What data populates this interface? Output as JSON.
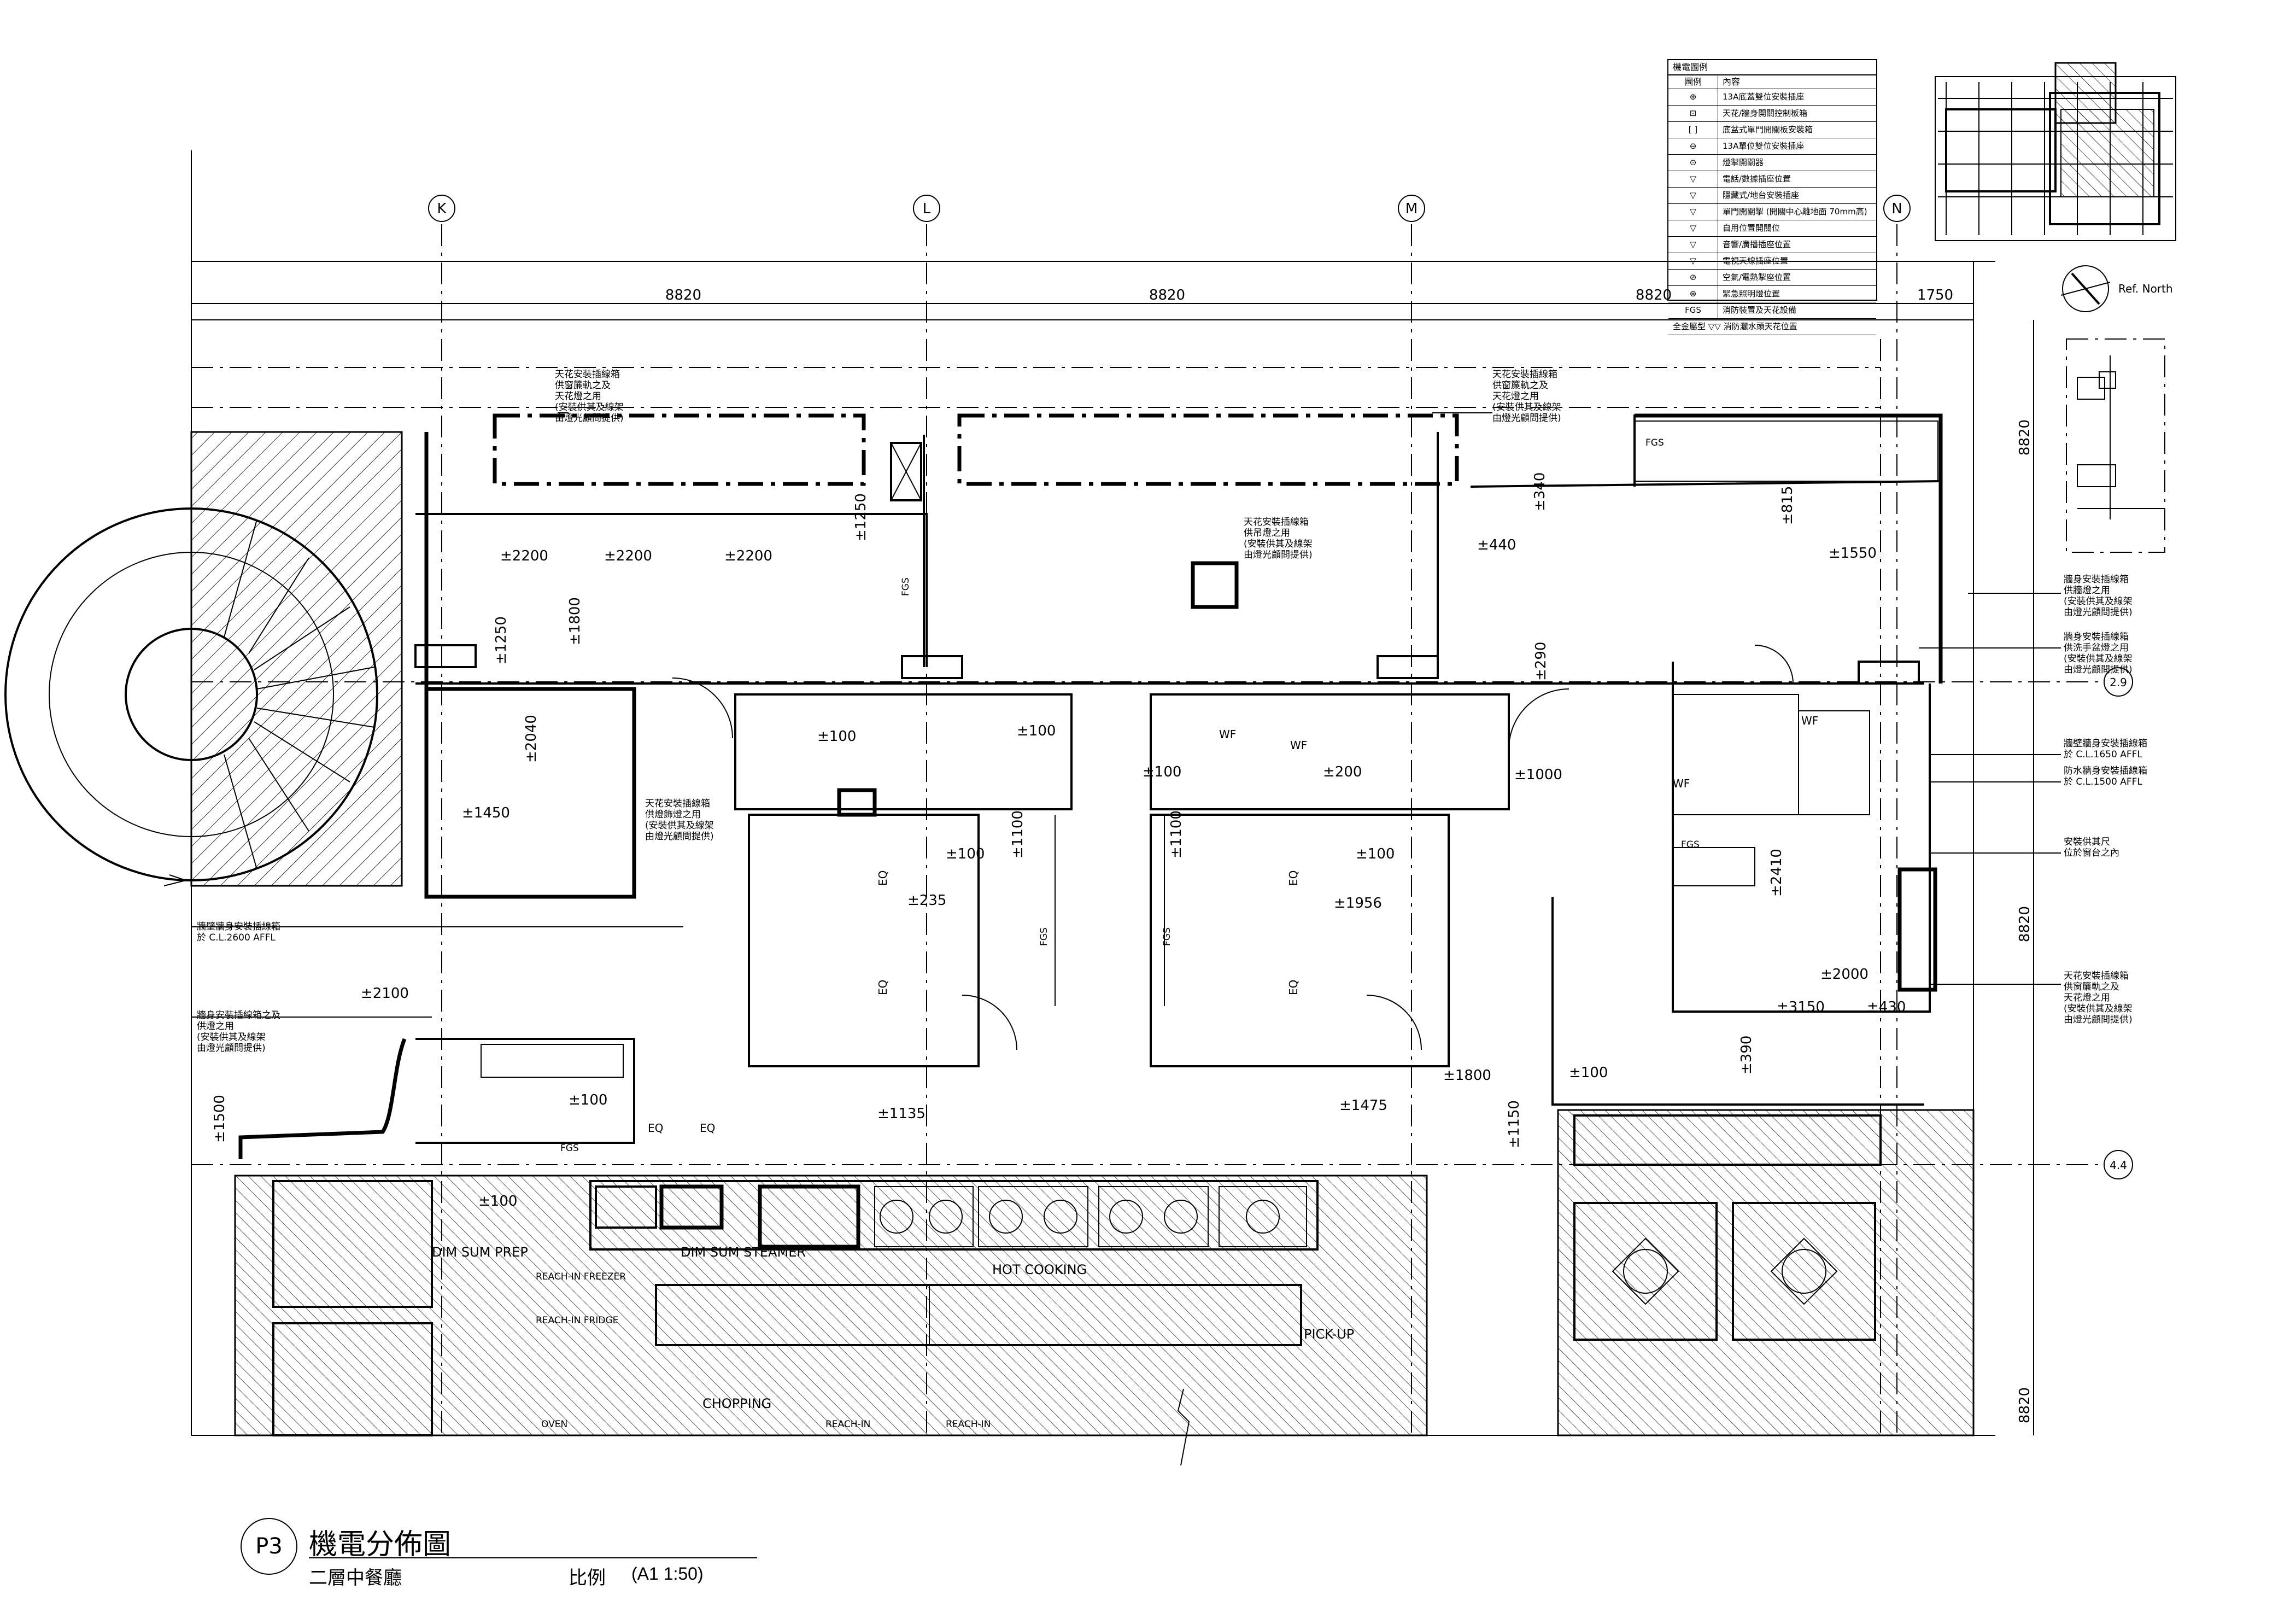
{
  "sheet": {
    "code": "P3",
    "title": "機電分佈圖",
    "subtitle": "二層中餐廳",
    "scale_label": "比例",
    "scale_value": "(A1 1:50)"
  },
  "grid": {
    "columns": [
      "K",
      "L",
      "M",
      "N"
    ],
    "rows": [
      "2.9",
      "4.4"
    ],
    "spans": [
      "8820",
      "8820",
      "8820",
      "1750"
    ],
    "side_spans": [
      "8820",
      "8820",
      "8820"
    ]
  },
  "orientation": {
    "label": "Ref. North"
  },
  "legend": {
    "title": "機電圖例",
    "header_symbol": "圖例",
    "header_desc": "內容",
    "rows": [
      {
        "symbol": "⊕",
        "desc": "13A底蓋雙位安裝插座"
      },
      {
        "symbol": "⊡",
        "desc": "天花/牆身開關控制板箱"
      },
      {
        "symbol": "[ ]",
        "desc": "底盆式單門開關板安裝箱"
      },
      {
        "symbol": "⊖",
        "desc": "13A單位雙位安裝插座"
      },
      {
        "symbol": "⊙",
        "desc": "燈掣開關器"
      },
      {
        "symbol": "▽",
        "desc": "電話/數據插座位置"
      },
      {
        "symbol": "▽",
        "desc": "隱藏式/地台安裝插座"
      },
      {
        "symbol": "▽",
        "desc": "單門開關掣 (開關中心離地面 70mm高)"
      },
      {
        "symbol": "▽",
        "desc": "自用位置開關位"
      },
      {
        "symbol": "▽",
        "desc": "音響/廣播插座位置"
      },
      {
        "symbol": "▽",
        "desc": "電視天線插座位置"
      },
      {
        "symbol": "⊘",
        "desc": "空氣/電熱掣座位置"
      },
      {
        "symbol": "⊛",
        "desc": "緊急照明燈位置"
      },
      {
        "symbol": "FGS",
        "desc": "消防裝置及天花設備"
      }
    ],
    "footer": "全金屬型 ▽▽ 消防灑水頭天花位置"
  },
  "room_labels": {
    "dim_sum_prep": "DIM SUM PREP",
    "dim_sum_steamer": "DIM SUM STEAMER",
    "hot_cooking": "HOT COOKING",
    "pick_up": "PICK-UP",
    "chopping": "CHOPPING",
    "reach_in_freezer": "REACH-IN FREEZER",
    "reach_in_fridge": "REACH-IN FRIDGE",
    "reach_in_1": "REACH-IN",
    "reach_in_2": "REACH-IN",
    "oven": "OVEN",
    "wf_1": "WF",
    "wf_2": "WF",
    "wf_3": "WF",
    "wf_4": "WF",
    "eq_1": "EQ",
    "eq_2": "EQ",
    "eq_3": "EQ",
    "eq_4": "EQ",
    "eq_5": "EQ",
    "eq_6": "EQ",
    "fgs_1": "FGS",
    "fgs_2": "FGS",
    "fgs_3": "FGS",
    "fgs_4": "FGS",
    "fgs_5": "FGS",
    "fgs_6": "FGS"
  },
  "dimensions": {
    "d2200a": "±2200",
    "d2200b": "±2200",
    "d2200c": "±2200",
    "d1800": "±1800",
    "d1250a": "±1250",
    "d1250b": "±1250",
    "d2040": "±2040",
    "d1450": "±1450",
    "d2100": "±2100",
    "d1500": "±1500",
    "d100a": "±100",
    "d100b": "±100",
    "d100c": "±100",
    "d100d": "±100",
    "d100e": "±100",
    "d100f": "±100",
    "d1100a": "±1100",
    "d1100b": "±1100",
    "d235": "±235",
    "d1956": "±1956",
    "d1135": "±1135",
    "d1475": "±1475",
    "d1800b": "±1800",
    "d1150": "±1150",
    "d1000": "±1000",
    "d1550": "±1550",
    "d815": "±815",
    "d340": "±340",
    "d440": "±440",
    "d290": "±290",
    "d2410": "±2410",
    "d2000": "±2000",
    "d3150": "±3150",
    "d430": "±430",
    "d390": "±390",
    "d200": "±200",
    "d100g": "±100",
    "d100h": "±100"
  },
  "notes": {
    "n1": "天花安裝插線箱\n供窗簾軌之及\n天花燈之用\n(安裝供其及線架\n由燈光顧問提供)",
    "n2": "天花安裝插線箱\n供窗簾軌之及\n天花燈之用\n(安裝供其及線架\n由燈光顧問提供)",
    "n3": "天花安裝插線箱\n供吊燈之用\n(安裝供其及線架\n由燈光顧問提供)",
    "n4": "天花安裝插線箱\n供燈飾燈之用\n(安裝供其及線架\n由燈光顧問提供)",
    "n5": "牆身安裝插線箱\n供牆燈之用\n(安裝供其及線架\n由燈光顧問提供)",
    "n6": "牆身安裝插線箱\n供洗手盆燈之用\n(安裝供其及線架\n由燈光顧問提供)",
    "n7": "牆壁牆身安裝插線箱\n於 C.L.2600 AFFL",
    "n8": "牆身安裝插線箱之及\n供燈之用\n(安裝供其及線架\n由燈光顧問提供)",
    "n9": "牆壁牆身安裝插線箱\n於 C.L.1650 AFFL",
    "n10": "防水牆身安裝插線箱\n於 C.L.1500 AFFL",
    "n11": "安裝供其尺\n位於窗台之內",
    "n12": "天花安裝插線箱\n供窗簾軌之及\n天花燈之用\n(安裝供其及線架\n由燈光顧問提供)"
  },
  "colors": {
    "ink": "#000000",
    "paper": "#ffffff"
  }
}
